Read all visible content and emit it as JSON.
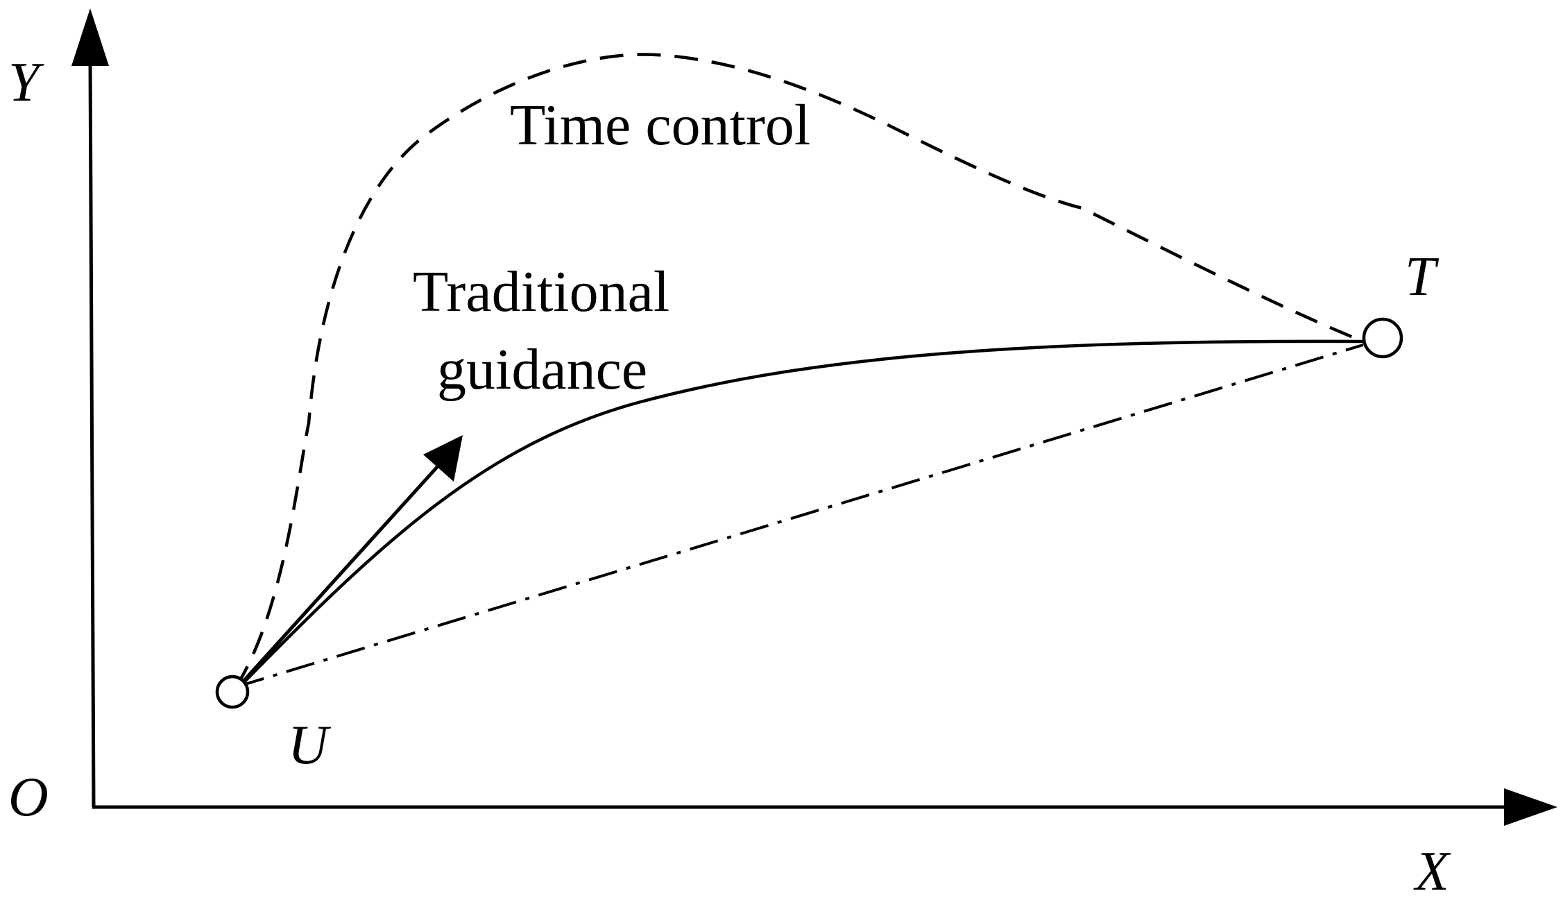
{
  "axes": {
    "x_label": "X",
    "y_label": "Y",
    "origin_label": "O"
  },
  "points": {
    "start_label": "U",
    "target_label": "T"
  },
  "curves": {
    "time_control_label": "Time control",
    "traditional_label_line1": "Traditional",
    "traditional_label_line2": "guidance"
  },
  "colors": {
    "stroke": "#000000",
    "background": "#ffffff"
  }
}
